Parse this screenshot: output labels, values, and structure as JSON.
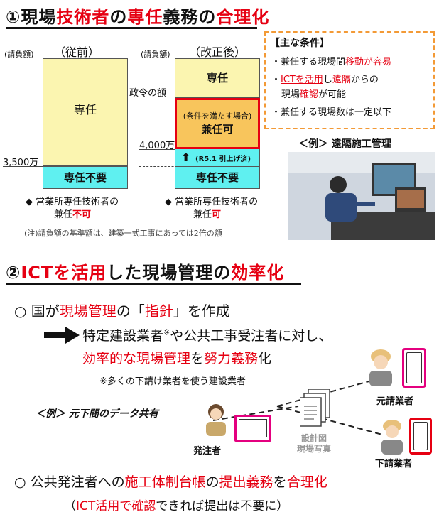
{
  "section1": {
    "num": "①",
    "title_parts": [
      "現場",
      "技術者",
      "の",
      "専任",
      "義務",
      "の",
      "合理化"
    ],
    "before_label": "（従前）",
    "after_label": "（改正後）",
    "ukeoi1": "(請負額)",
    "ukeoi2": "(請負額)",
    "sennin": "専任",
    "sennin_top": "専任",
    "seirei": "政令の額",
    "amount_3500": "3,500万",
    "amount_4000": "4,000万",
    "fuyou1": "専任不要",
    "fuyou2": "専任不要",
    "cond_note": "(条件を満たす場合)",
    "kennin_ka": "兼任可",
    "raise_note": "(R5.1 引上げ済)",
    "note_left_1": "営業所専任技術者の",
    "note_left_2a": "兼任",
    "note_left_2b": "不可",
    "note_right_1": "営業所専任技術者の",
    "note_right_2a": "兼任",
    "note_right_2b": "可",
    "footnote": "(注)請負額の基準額は、建築一式工事にあっては2倍の額",
    "conditions_title": "【主な条件】",
    "cond1_a": "兼任する現場間",
    "cond1_b": "移動が容易",
    "cond2_a": "ICTを活用",
    "cond2_b": "し",
    "cond2_c": "遠隔",
    "cond2_d": "からの",
    "cond3_a": "現場",
    "cond3_b": "確認",
    "cond3_c": "が可能",
    "cond4": "兼任する現場数は一定以下",
    "example_label": "＜例＞ 遠隔施工管理"
  },
  "section2": {
    "num": "②",
    "title_parts": [
      "ICTを活用",
      "した現場管理の",
      "効率化"
    ],
    "line1_a": "○ 国が",
    "line1_b": "現場管理",
    "line1_c": "の「",
    "line1_d": "指針",
    "line1_e": "」を作成",
    "line2_a": "特定建設業者",
    "line2_sup": "※",
    "line2_b": "や公共工事受注者に対し、",
    "line3_a": "効率的な現場管理",
    "line3_b": "を",
    "line3_c": "努力義務",
    "line3_d": "化",
    "asterisk_note": "※多くの下請け業者を使う建設業者",
    "example": "＜例＞ 元下間のデータ共有",
    "motouke": "元請業者",
    "shitauke": "下請業者",
    "hacchusha": "発注者",
    "docs_1": "設計図",
    "docs_2": "現場写真",
    "line4_a": "○ 公共発注者への",
    "line4_b": "施工体制台帳",
    "line4_c": "の",
    "line4_d": "提出義務",
    "line4_e": "を",
    "line4_f": "合理化",
    "line5_a": "（",
    "line5_b": "ICT活用で確認",
    "line5_c": "できれば提出は不要に）"
  },
  "colors": {
    "red": "#e60012",
    "yellow": "#fbf5b0",
    "cyan": "#5ff0f0",
    "orange": "#f8c55c",
    "magenta": "#e4007f",
    "dashed_orange": "#f39a36"
  },
  "icons": [
    "arrow-right-icon",
    "arrow-up-icon",
    "document-stack-icon",
    "smartphone-icon",
    "laptop-icon",
    "worker-icon"
  ]
}
